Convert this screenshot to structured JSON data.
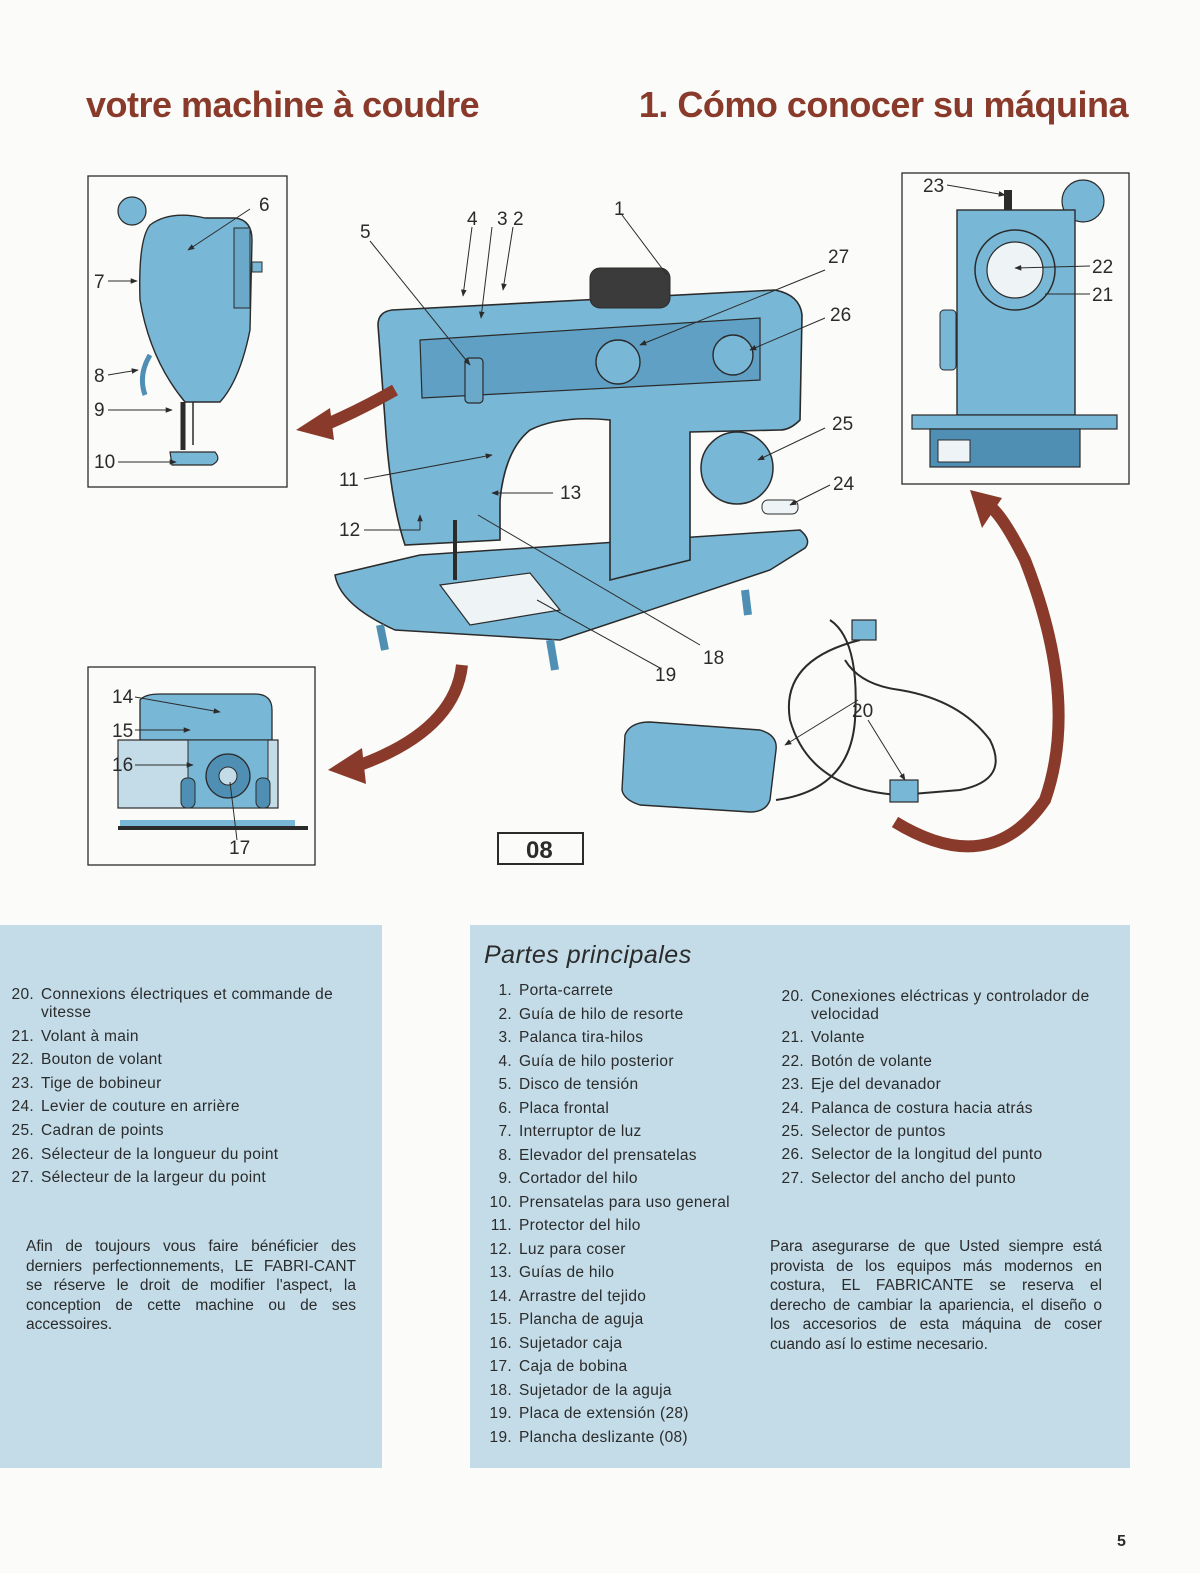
{
  "header": {
    "title_fr": "votre machine à coudre",
    "title_es": "1. Cómo conocer su máquina"
  },
  "diagram": {
    "callouts": [
      "1",
      "2",
      "3",
      "4",
      "5",
      "6",
      "7",
      "8",
      "9",
      "10",
      "11",
      "12",
      "13",
      "14",
      "15",
      "16",
      "17",
      "18",
      "19",
      "20",
      "21",
      "22",
      "23",
      "24",
      "25",
      "26",
      "27"
    ],
    "model_box": "08"
  },
  "french": {
    "items": [
      {
        "num": "20.",
        "text": "Connexions électriques et commande de vitesse"
      },
      {
        "num": "21.",
        "text": "Volant à main"
      },
      {
        "num": "22.",
        "text": "Bouton de volant"
      },
      {
        "num": "23.",
        "text": "Tige de bobineur"
      },
      {
        "num": "24.",
        "text": "Levier de couture en arrière"
      },
      {
        "num": "25.",
        "text": "Cadran de points"
      },
      {
        "num": "26.",
        "text": "Sélecteur de la longueur du point"
      },
      {
        "num": "27.",
        "text": "Sélecteur de la largeur du point"
      }
    ],
    "note": "Afin de toujours vous faire bénéficier des derniers perfectionnements, LE FABRI-CANT se réserve le droit de modifier l'aspect, la conception de cette machine ou de ses accessoires."
  },
  "spanish": {
    "title": "Partes principales",
    "items_a": [
      {
        "num": "1.",
        "text": "Porta-carrete"
      },
      {
        "num": "2.",
        "text": "Guía de hilo de resorte"
      },
      {
        "num": "3.",
        "text": "Palanca tira-hilos"
      },
      {
        "num": "4.",
        "text": "Guía de hilo posterior"
      },
      {
        "num": "5.",
        "text": "Disco de tensión"
      },
      {
        "num": "6.",
        "text": "Placa frontal"
      },
      {
        "num": "7.",
        "text": "Interruptor de luz"
      },
      {
        "num": "8.",
        "text": "Elevador del prensatelas"
      },
      {
        "num": "9.",
        "text": "Cortador del hilo"
      },
      {
        "num": "10.",
        "text": "Prensatelas para uso general"
      },
      {
        "num": "11.",
        "text": "Protector del hilo"
      },
      {
        "num": "12.",
        "text": "Luz para coser"
      },
      {
        "num": "13.",
        "text": "Guías de hilo"
      },
      {
        "num": "14.",
        "text": "Arrastre del tejido"
      },
      {
        "num": "15.",
        "text": "Plancha de aguja"
      },
      {
        "num": "16.",
        "text": "Sujetador caja"
      },
      {
        "num": "17.",
        "text": "Caja de bobina"
      },
      {
        "num": "18.",
        "text": "Sujetador de la aguja"
      },
      {
        "num": "19.",
        "text": "Placa de extensión (28)"
      },
      {
        "num": "19.",
        "text": "Plancha deslizante (08)"
      }
    ],
    "items_b": [
      {
        "num": "20.",
        "text": "Conexiones eléctricas y controlador de velocidad"
      },
      {
        "num": "21.",
        "text": "Volante"
      },
      {
        "num": "22.",
        "text": "Botón de volante"
      },
      {
        "num": "23.",
        "text": "Eje del devanador"
      },
      {
        "num": "24.",
        "text": "Palanca de costura hacia atrás"
      },
      {
        "num": "25.",
        "text": "Selector de puntos"
      },
      {
        "num": "26.",
        "text": "Selector de la longitud del punto"
      },
      {
        "num": "27.",
        "text": "Selector del ancho del punto"
      }
    ],
    "note": "Para asegurarse de que Usted siempre está provista de los equipos más modernos en costura, EL FABRICANTE se reserva el derecho de cambiar la apariencia, el diseño o los accesorios de esta máquina de coser cuando así lo estime necesario."
  },
  "page_number": "5",
  "colors": {
    "heading": "#8a3a2a",
    "machine": "#79b7d6",
    "machine_dark": "#4f8fb3",
    "panel": "#c3dce8",
    "arrow": "#8a3a2a"
  }
}
